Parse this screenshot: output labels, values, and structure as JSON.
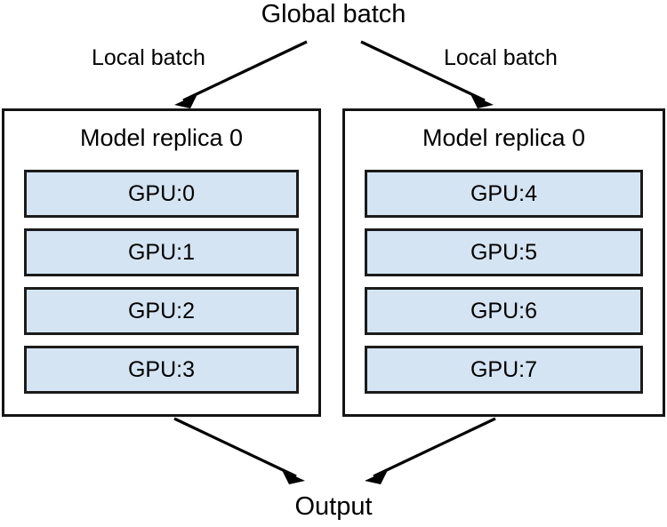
{
  "diagram": {
    "title": "Global batch",
    "output_label": "Output",
    "edge_labels": {
      "left": "Local batch",
      "right": "Local batch"
    },
    "colors": {
      "gpu_fill": "#d4e4f2",
      "gpu_border": "#1b1b1b",
      "replica_border": "#141414",
      "background": "#ffffff",
      "arrow": "#000000"
    },
    "replicas": [
      {
        "id": "left",
        "title": "Model replica 0",
        "gpus": [
          {
            "label": "GPU:0"
          },
          {
            "label": "GPU:1"
          },
          {
            "label": "GPU:2"
          },
          {
            "label": "GPU:3"
          }
        ]
      },
      {
        "id": "right",
        "title": "Model replica 0",
        "gpus": [
          {
            "label": "GPU:4"
          },
          {
            "label": "GPU:5"
          },
          {
            "label": "GPU:6"
          },
          {
            "label": "GPU:7"
          }
        ]
      }
    ],
    "arrows": [
      {
        "name": "global-to-left-replica",
        "from": "Global batch",
        "to": "Model replica 0 (left)"
      },
      {
        "name": "global-to-right-replica",
        "from": "Global batch",
        "to": "Model replica 0 (right)"
      },
      {
        "name": "left-replica-to-output",
        "from": "Model replica 0 (left)",
        "to": "Output"
      },
      {
        "name": "right-replica-to-output",
        "from": "Model replica 0 (right)",
        "to": "Output"
      }
    ]
  }
}
